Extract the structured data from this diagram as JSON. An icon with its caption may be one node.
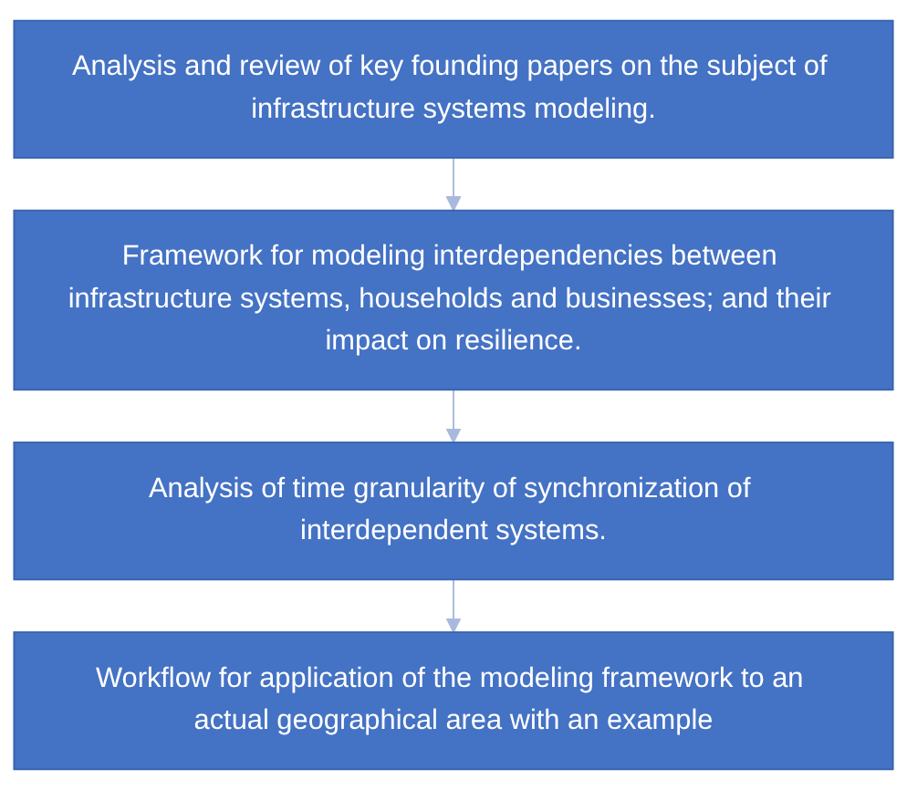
{
  "diagram": {
    "nodes": [
      {
        "text": [
          "Analysis and review of key founding papers on the subject of infrastructure systems modeling."
        ]
      },
      {
        "text": [
          "Framework for modeling interdependencies between infrastructure systems, households and businesses; and their impact on resilience."
        ]
      },
      {
        "text": [
          "Analysis of time granularity of synchronization of interdependent systems."
        ]
      },
      {
        "text": [
          "Workflow for application of the modeling framework to an actual geographical area with an example"
        ]
      }
    ],
    "edges": [
      {
        "from": 0,
        "to": 1,
        "arrow": "to"
      },
      {
        "from": 1,
        "to": 2,
        "arrow": "to"
      },
      {
        "from": 2,
        "to": 3,
        "arrow": "to"
      }
    ]
  }
}
